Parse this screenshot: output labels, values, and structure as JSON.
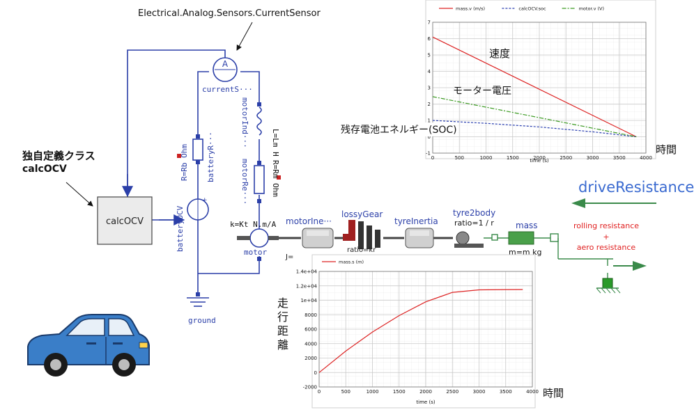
{
  "annotations": {
    "sensor_path": "Electrical.Analog.Sensors.CurrentSensor",
    "custom_class_line1": "独自定義クラス",
    "custom_class_line2": "calcOCV",
    "axis_time_top": "時間",
    "axis_time_bottom": "時間",
    "distance_label": "走行距離",
    "curve_speed": "速度",
    "curve_motor_voltage": "モーター電圧",
    "curve_soc": "残存電池エネルギー(SOC)"
  },
  "components": {
    "calcocv_block": "calcOCV",
    "current_sensor": "currentS···",
    "current_sensor_letter": "A",
    "battery_r": "batteryR···",
    "battery_r_param": "R=Rb Ohm",
    "battery_ocv": "batteryOCV",
    "motor_ind": "motorInd···",
    "motor_ind_param": "L=Lm H",
    "motor_re": "motorRe···",
    "motor_re_param": "R=Rm Ohm",
    "motor": "motor",
    "motor_param": "k=Kt N.m/A",
    "motor_inertia": "motorIne···",
    "j_label": "J=",
    "lossy_gear": "lossyGear",
    "lossy_gear_param": "ratio=kr",
    "tyre_inertia": "tyreInertia",
    "tyre2body": "tyre2body",
    "tyre2body_param": "ratio=1 / r",
    "mass": "mass",
    "mass_param": "m=m kg",
    "ground": "ground",
    "drive_resistance": "driveResistance",
    "rolling_line1": "rolling resistance",
    "rolling_line2": "+",
    "rolling_line3": "aero resistance"
  },
  "colors": {
    "wire": "#2b3fa8",
    "speed": "#dd2222",
    "voltage": "#3a9a20",
    "soc": "#2a3fb0",
    "green_arrow": "#3a8a4a",
    "drive_resistance": "#3a6ad0",
    "rolling_text": "#e02020"
  },
  "chart_data": [
    {
      "type": "line",
      "legend": [
        "mass.v (m/s)",
        "calcOCV.soc",
        "motor.v (V)"
      ],
      "xlabel": "time (s)",
      "ylabel": "",
      "xlim": [
        0,
        4000
      ],
      "ylim": [
        -1,
        7
      ],
      "xticks": [
        0,
        500,
        1000,
        1500,
        2000,
        2500,
        3000,
        3500,
        4000
      ],
      "yticks": [
        -1,
        0,
        1,
        2,
        3,
        4,
        5,
        6,
        7
      ],
      "grid": true,
      "legend_position": "top",
      "series": [
        {
          "name": "mass.v (m/s)",
          "x": [
            0,
            3820
          ],
          "y": [
            6.1,
            0.0
          ]
        },
        {
          "name": "calcOCV.soc",
          "x": [
            0,
            1000,
            2000,
            3000,
            3820
          ],
          "y": [
            1.0,
            0.82,
            0.6,
            0.3,
            0.0
          ]
        },
        {
          "name": "motor.v (V)",
          "x": [
            0,
            3820
          ],
          "y": [
            2.45,
            0.0
          ]
        }
      ]
    },
    {
      "type": "line",
      "legend": [
        "mass.s (m)"
      ],
      "xlabel": "time (s)",
      "ylabel": "",
      "xlim": [
        0,
        4000
      ],
      "ylim": [
        -2000,
        14000
      ],
      "xticks": [
        0,
        500,
        1000,
        1500,
        2000,
        2500,
        3000,
        3500,
        4000
      ],
      "yticks": [
        -2000,
        0,
        2000,
        4000,
        6000,
        8000,
        10000,
        12000,
        14000
      ],
      "ytick_labels": [
        "-2000",
        "0",
        "2000",
        "4000",
        "6000",
        "8000",
        "1e+04",
        "1.2e+04",
        "1.4e+04"
      ],
      "grid": true,
      "legend_position": "top",
      "series": [
        {
          "name": "mass.s (m)",
          "x": [
            0,
            500,
            1000,
            1500,
            2000,
            2500,
            3000,
            3500,
            3820
          ],
          "y": [
            0,
            2970,
            5600,
            7880,
            9790,
            11100,
            11450,
            11480,
            11490
          ]
        }
      ]
    }
  ]
}
